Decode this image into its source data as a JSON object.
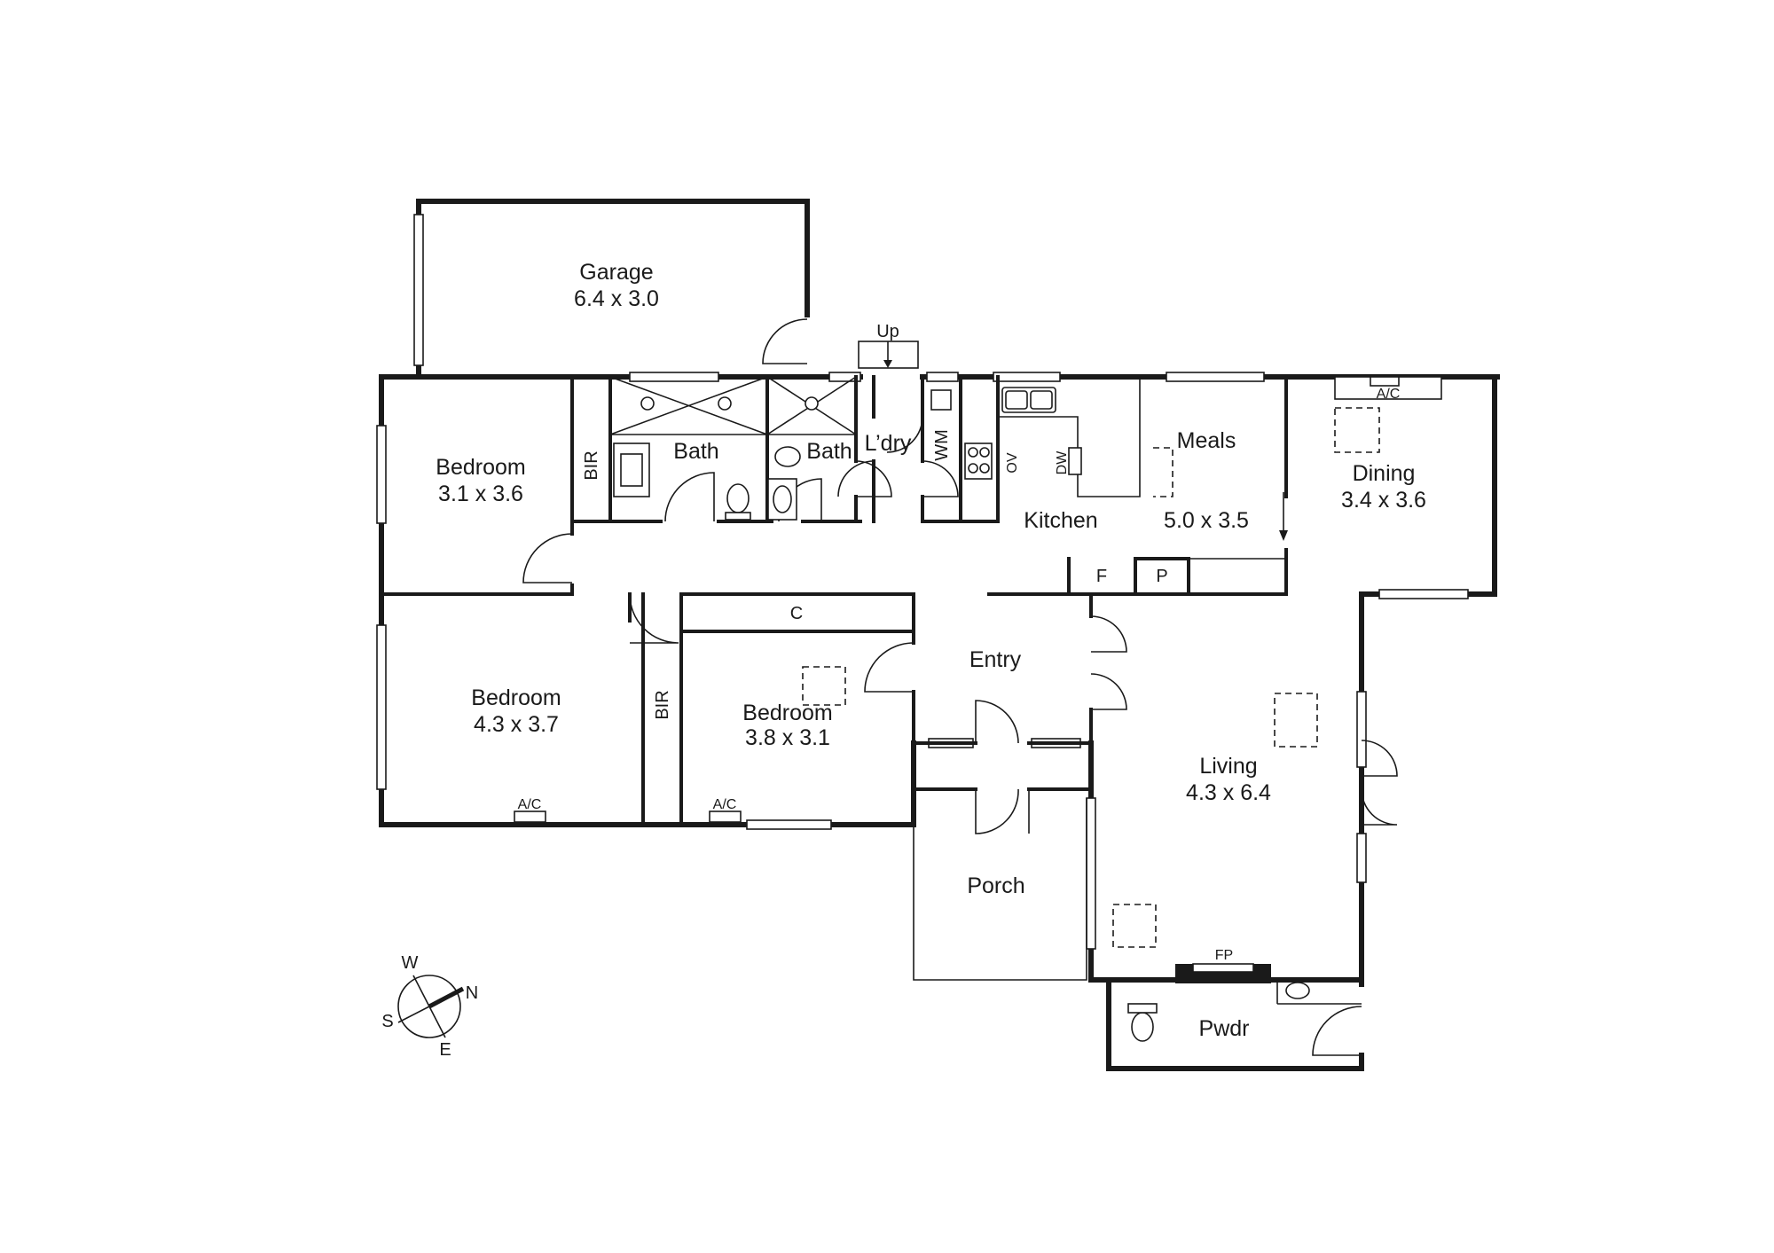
{
  "rooms": {
    "garage": {
      "name": "Garage",
      "size": "6.4 x 3.0"
    },
    "bedroom1": {
      "name": "Bedroom",
      "size": "3.1 x 3.6"
    },
    "bedroom2": {
      "name": "Bedroom",
      "size": "4.3 x 3.7"
    },
    "bedroom3": {
      "name": "Bedroom",
      "size": "3.8 x 3.1"
    },
    "bath1": {
      "name": "Bath"
    },
    "bath2": {
      "name": "Bath"
    },
    "laundry": {
      "name": "L’dry"
    },
    "kitchen": {
      "name": "Kitchen"
    },
    "meals": {
      "name": "Meals",
      "size": "5.0 x 3.5"
    },
    "dining": {
      "name": "Dining",
      "size": "3.4 x 3.6"
    },
    "entry": {
      "name": "Entry"
    },
    "living": {
      "name": "Living",
      "size": "4.3 x 6.4"
    },
    "porch": {
      "name": "Porch"
    },
    "powder": {
      "name": "Pwdr"
    }
  },
  "fixtures": {
    "bir1": "BIR",
    "bir2": "BIR",
    "wm": "WM",
    "ov": "OV",
    "dw": "DW",
    "fridge": "F",
    "pantry": "P",
    "cupboard": "C",
    "ac_dining": "A/C",
    "ac_bed2": "A/C",
    "ac_bed3": "A/C",
    "fireplace": "FP",
    "stairs_up": "Up"
  },
  "compass": {
    "w": "W",
    "n": "N",
    "s": "S",
    "e": "E"
  }
}
